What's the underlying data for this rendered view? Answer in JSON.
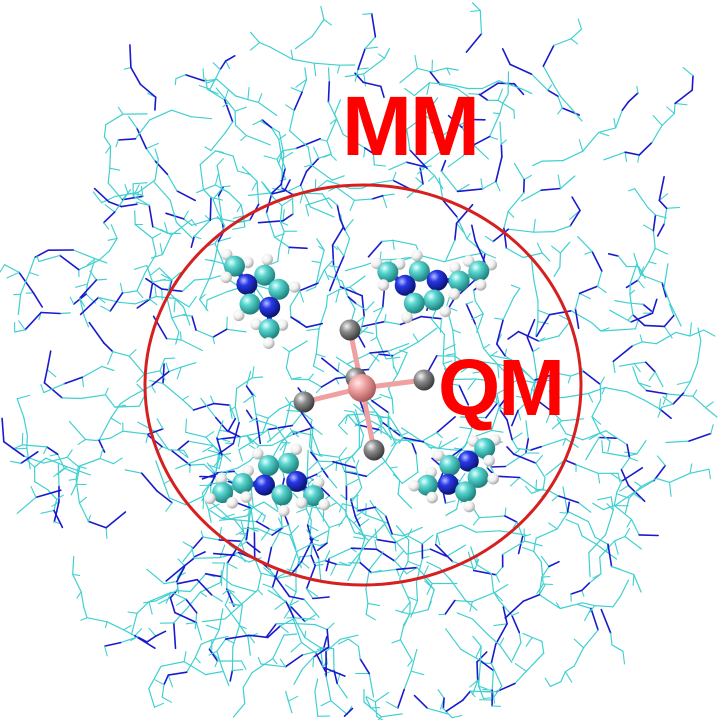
{
  "labels": {
    "mm": "MM",
    "qm": "QM"
  },
  "colors": {
    "label": "#ff0000",
    "qm_boundary": "#d62020",
    "bond_light": "#40d0d0",
    "bond_dark": "#1a1acc",
    "atom_carbon": "#3cc6c0",
    "atom_nitrogen": "#1e2ee0",
    "atom_hydrogen": "#f2f2f2",
    "atom_metal": "#f0a0a0",
    "atom_halide": "#8c8c8c"
  },
  "icons": {
    "mm_region": "stick-model-solvent",
    "qm_region": "ball-and-stick-cluster"
  }
}
